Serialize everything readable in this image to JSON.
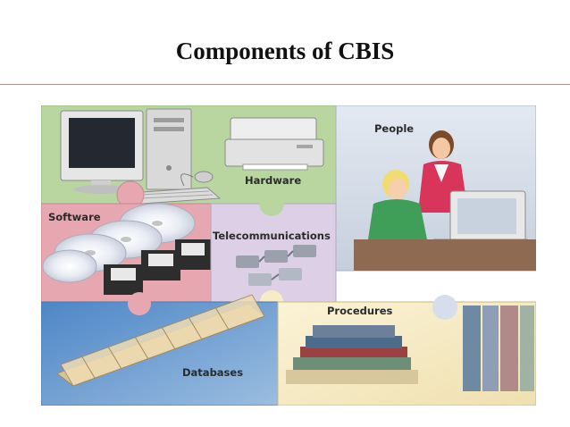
{
  "slide": {
    "title": "Components of CBIS"
  },
  "diagram": {
    "labels": {
      "hardware": "Hardware",
      "people": "People",
      "software": "Software",
      "telecom": "Telecommunications",
      "procedures": "Procedures",
      "databases": "Databases"
    },
    "colors": {
      "hardware": "#b9d6a1",
      "people": "#d5deea",
      "software": "#e7a7b1",
      "telecom": "#ddd0e6",
      "databases": "#6f9ccc",
      "procedures": "#f7ecc6"
    }
  }
}
